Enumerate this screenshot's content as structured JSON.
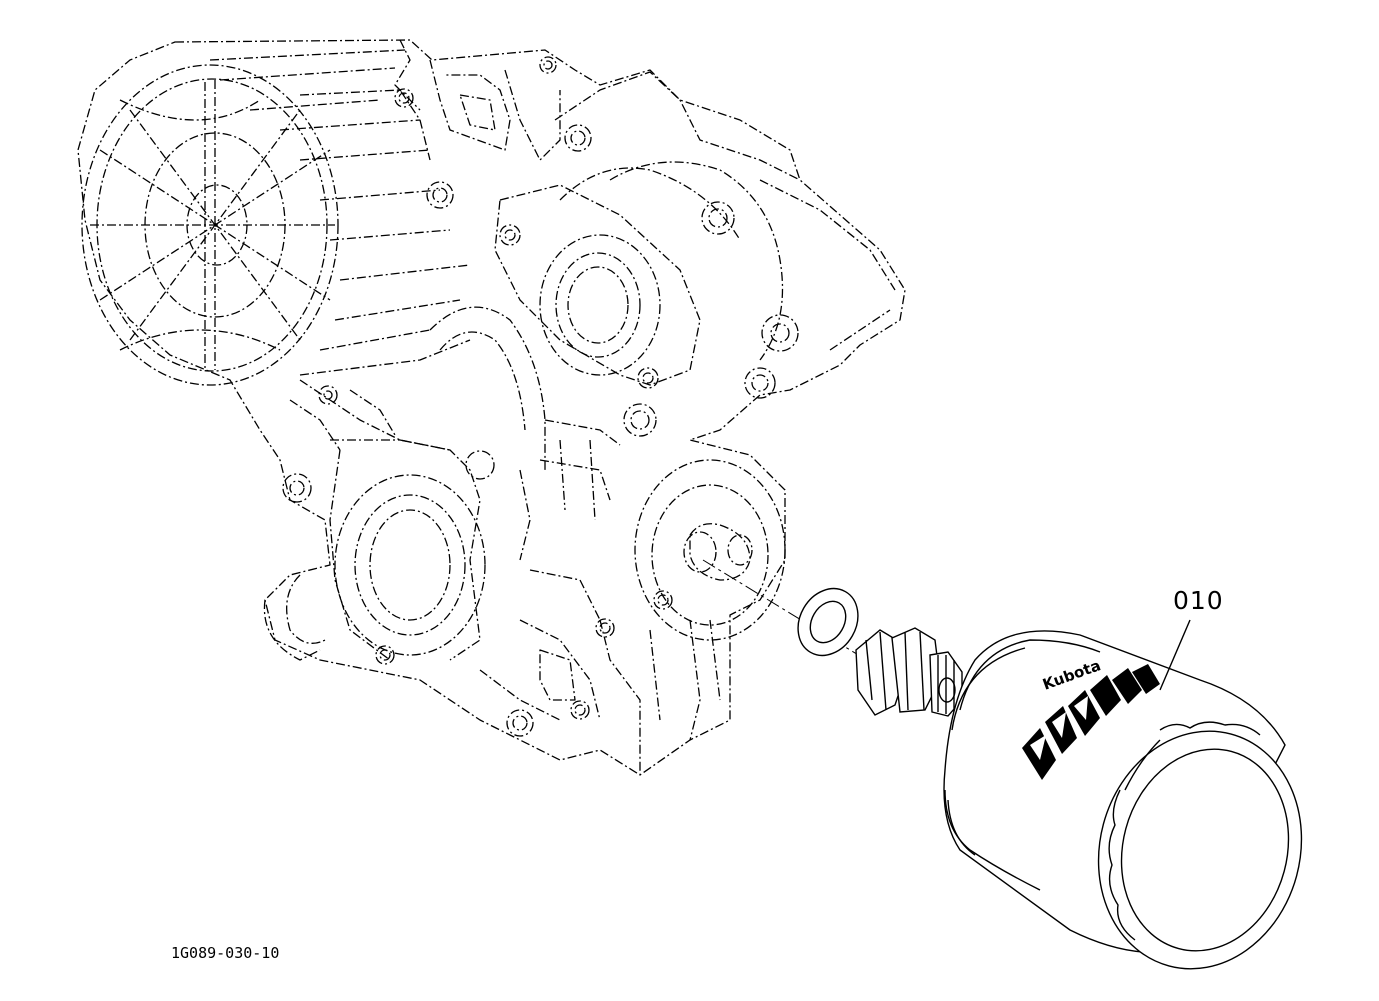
{
  "diagram": {
    "callouts": [
      {
        "label": "010",
        "part": "oil-filter-cartridge"
      }
    ],
    "figure_code": "1G089-030-10",
    "brand_mark": "Kubota",
    "colors": {
      "ink": "#000000",
      "paper": "#ffffff"
    }
  }
}
